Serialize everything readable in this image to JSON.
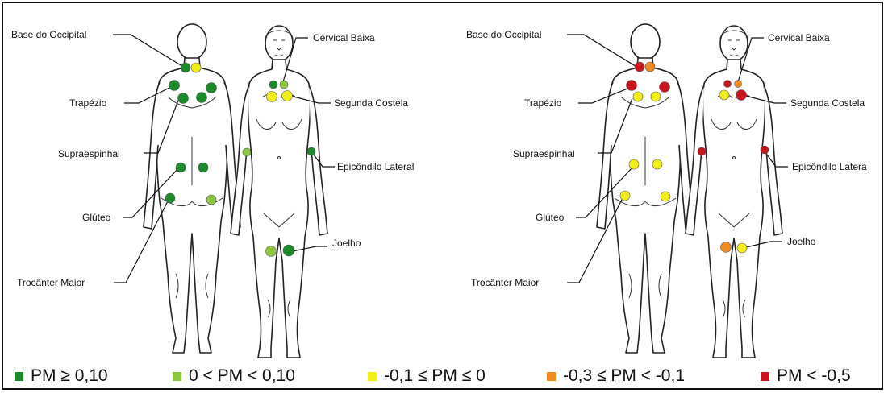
{
  "colors": {
    "dark_green": "#1a8a2a",
    "light_green": "#8dc63f",
    "yellow": "#f2ee1a",
    "orange": "#f08a24",
    "red": "#c8161c"
  },
  "labels": {
    "base_occipital": "Base do Occipital",
    "cervical_baixa": "Cervical Baixa",
    "trapezio": "Trapézio",
    "segunda_costela": "Segunda Costela",
    "supraespinhal": "Supraespinhal",
    "epicondilo_lateral": "Epicôndilo Lateral",
    "epicondilo_lateral_cut": "Epicôndilo Latera",
    "gluteo": "Glúteo",
    "joelho": "Joelho",
    "trocanter_maior": "Trocânter Maior"
  },
  "panels": [
    {
      "points": {
        "occipital_l": "dark_green",
        "occipital_r": "yellow",
        "trapezio_outer_l": "dark_green",
        "trapezio_outer_r": "dark_green",
        "supra_l": "dark_green",
        "supra_r": "dark_green",
        "gluteo_l": "dark_green",
        "gluteo_r": "dark_green",
        "trocanter_l": "dark_green",
        "trocanter_r": "light_green",
        "cervical_l": "dark_green",
        "cervical_r": "light_green",
        "costela_l": "yellow",
        "costela_r": "yellow",
        "epicondilo_l": "light_green",
        "epicondilo_r": "dark_green",
        "joelho_l": "light_green",
        "joelho_r": "dark_green"
      }
    },
    {
      "points": {
        "occipital_l": "red",
        "occipital_r": "orange",
        "trapezio_outer_l": "red",
        "trapezio_outer_r": "red",
        "supra_l": "yellow",
        "supra_r": "yellow",
        "gluteo_l": "yellow",
        "gluteo_r": "yellow",
        "trocanter_l": "yellow",
        "trocanter_r": "yellow",
        "cervical_l": "red",
        "cervical_r": "orange",
        "costela_l": "yellow",
        "costela_r": "red",
        "epicondilo_l": "red",
        "epicondilo_r": "red",
        "joelho_l": "orange",
        "joelho_r": "yellow"
      }
    }
  ],
  "legend": [
    {
      "color": "dark_green",
      "text": "PM ≥ 0,10"
    },
    {
      "color": "light_green",
      "text": "0 < PM < 0,10"
    },
    {
      "color": "yellow",
      "text": "-0,1 ≤ PM ≤ 0"
    },
    {
      "color": "orange",
      "text": "-0,3 ≤ PM < -0,1"
    },
    {
      "color": "red",
      "text": "PM < -0,5"
    }
  ]
}
